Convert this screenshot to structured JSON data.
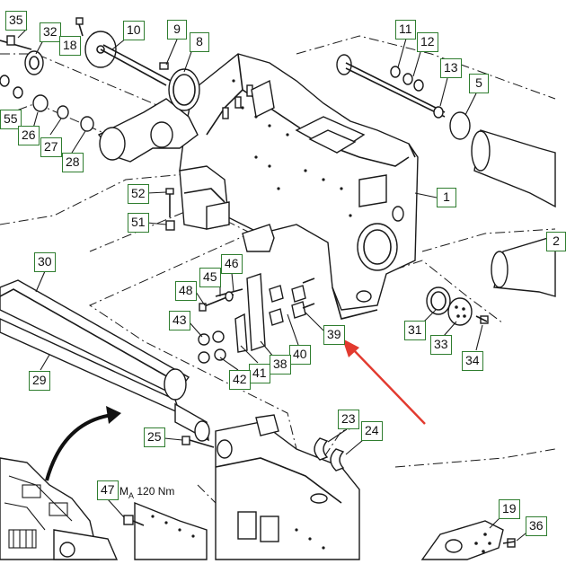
{
  "callouts": [
    "35",
    "32",
    "18",
    "10",
    "9",
    "8",
    "11",
    "12",
    "13",
    "5",
    "55",
    "26",
    "27",
    "28",
    "52",
    "51",
    "1",
    "30",
    "48",
    "45",
    "46",
    "43",
    "39",
    "40",
    "38",
    "41",
    "42",
    "29",
    "31",
    "33",
    "34",
    "23",
    "24",
    "25",
    "47",
    "19",
    "36",
    "2"
  ],
  "torque": {
    "symbol": "M",
    "subscript": "A",
    "value": "120 Nm"
  },
  "colors": {
    "callout_border": "#2f7d2f",
    "arrow": "#e23a2f",
    "ink": "#1a1a1a"
  }
}
